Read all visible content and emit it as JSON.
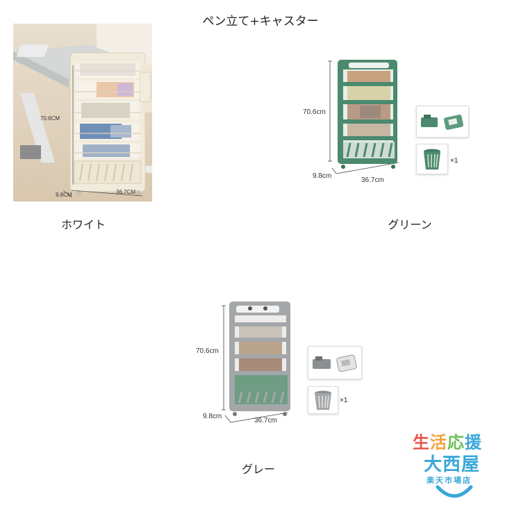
{
  "title": "ペン立て+キャスター",
  "variants": [
    {
      "caption": "ホワイト",
      "height": "70.6CM",
      "depth": "9.8CM",
      "width": "36.7CM"
    },
    {
      "caption": "グリーン",
      "height": "70.6cm",
      "depth": "9.8cm",
      "width": "36.7cm",
      "count": "×1"
    },
    {
      "caption": "グレー",
      "height": "70.6cm",
      "depth": "9.8cm",
      "width": "36.7cm",
      "count": "×1"
    }
  ],
  "colors": {
    "green": "#4b8a6e",
    "gray": "#a4a7a9",
    "white": "#efe9da"
  },
  "logo": {
    "line1_chars": [
      "生",
      "活",
      "応",
      "援"
    ],
    "line1_colors": [
      "#e8544e",
      "#f3a33a",
      "#6bbf59",
      "#3aa7d8"
    ],
    "line2": "大西屋",
    "line3": "楽天市場店"
  }
}
